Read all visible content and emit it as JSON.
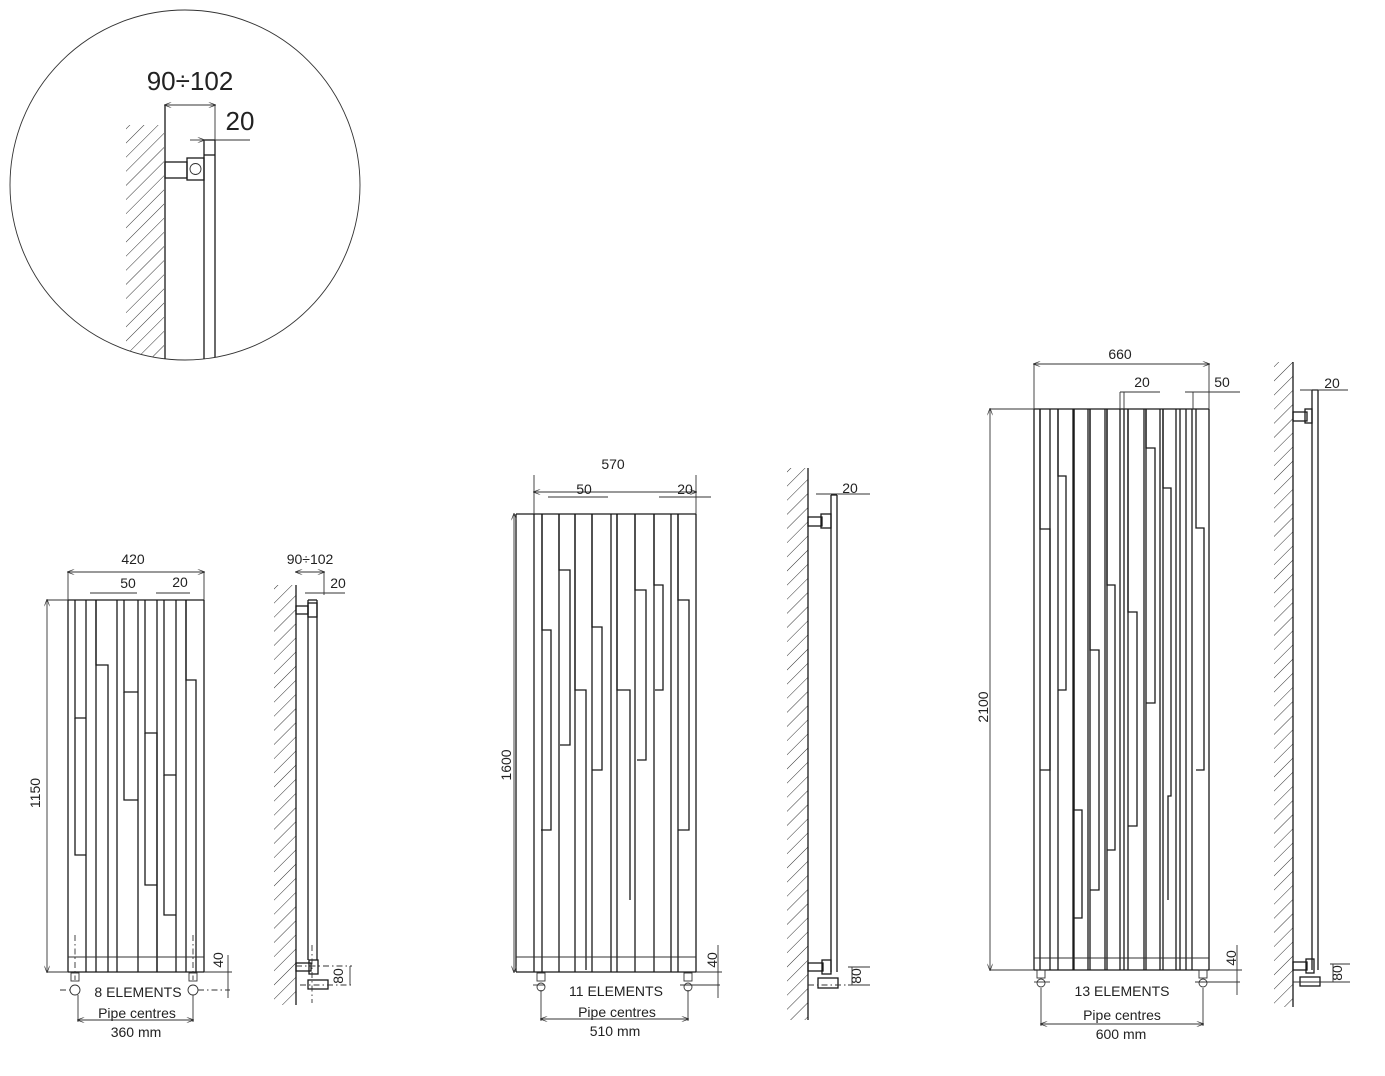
{
  "detail_view": {
    "depth_label": "90÷102",
    "tube_label": "20"
  },
  "radiators": [
    {
      "id": "small",
      "height_label": "1150",
      "width_label": "420",
      "spacing_label": "50",
      "tube_label": "20",
      "bottom_label": "40",
      "elements_label": "8 ELEMENTS",
      "pipe_label": "Pipe centres",
      "pipe_value": "360 mm",
      "side": {
        "depth_label": "90÷102",
        "tube_label": "20",
        "valve_label": "80"
      }
    },
    {
      "id": "medium",
      "height_label": "1600",
      "width_label": "570",
      "spacing_label": "50",
      "tube_label": "20",
      "bottom_label": "40",
      "elements_label": "11 ELEMENTS",
      "pipe_label": "Pipe centres",
      "pipe_value": "510 mm",
      "side": {
        "tube_label": "20",
        "valve_label": "80"
      }
    },
    {
      "id": "large",
      "height_label": "2100",
      "width_label": "660",
      "spacing_label": "50",
      "tube_label": "20",
      "bottom_label": "40",
      "elements_label": "13 ELEMENTS",
      "pipe_label": "Pipe centres",
      "pipe_value": "600 mm",
      "side": {
        "tube_label": "20",
        "valve_label": "80"
      }
    }
  ],
  "colors": {
    "line": "#1a1a1a",
    "background": "#ffffff"
  }
}
